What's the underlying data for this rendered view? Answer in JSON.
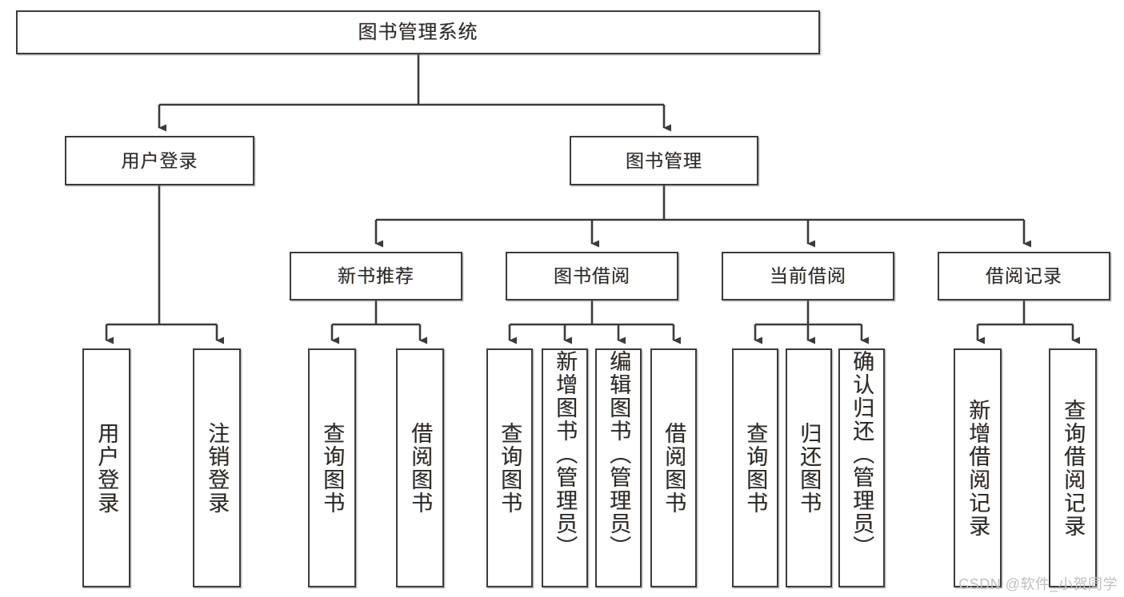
{
  "diagram": {
    "type": "tree-hierarchy",
    "title": "图书管理系统",
    "watermark": "CSDN @软件_小贺同学",
    "colors": {
      "box_border": "#3b3b3b",
      "box_fill": "#ffffff",
      "connector": "#3b3b3b",
      "text": "#2b2b2b",
      "watermark": "#bfbfbf",
      "background": "#ffffff"
    },
    "root": {
      "label": "图书管理系统"
    },
    "level2": [
      {
        "label": "用户登录"
      },
      {
        "label": "图书管理"
      }
    ],
    "level3": [
      {
        "label": "新书推荐"
      },
      {
        "label": "图书借阅"
      },
      {
        "label": "当前借阅"
      },
      {
        "label": "借阅记录"
      }
    ],
    "leaves": {
      "user_login": [
        {
          "label": "用户登录"
        },
        {
          "label": "注销登录"
        }
      ],
      "new_book_recommend": [
        {
          "label": "查询图书"
        },
        {
          "label": "借阅图书"
        }
      ],
      "book_borrow": [
        {
          "label": "查询图书"
        },
        {
          "label": "新增图书（管理员）"
        },
        {
          "label": "编辑图书（管理员）"
        },
        {
          "label": "借阅图书"
        }
      ],
      "current_borrow": [
        {
          "label": "查询图书"
        },
        {
          "label": "归还图书"
        },
        {
          "label": "确认归还（管理员）"
        }
      ],
      "borrow_record": [
        {
          "label": "新增借阅记录"
        },
        {
          "label": "查询借阅记录"
        }
      ]
    }
  }
}
